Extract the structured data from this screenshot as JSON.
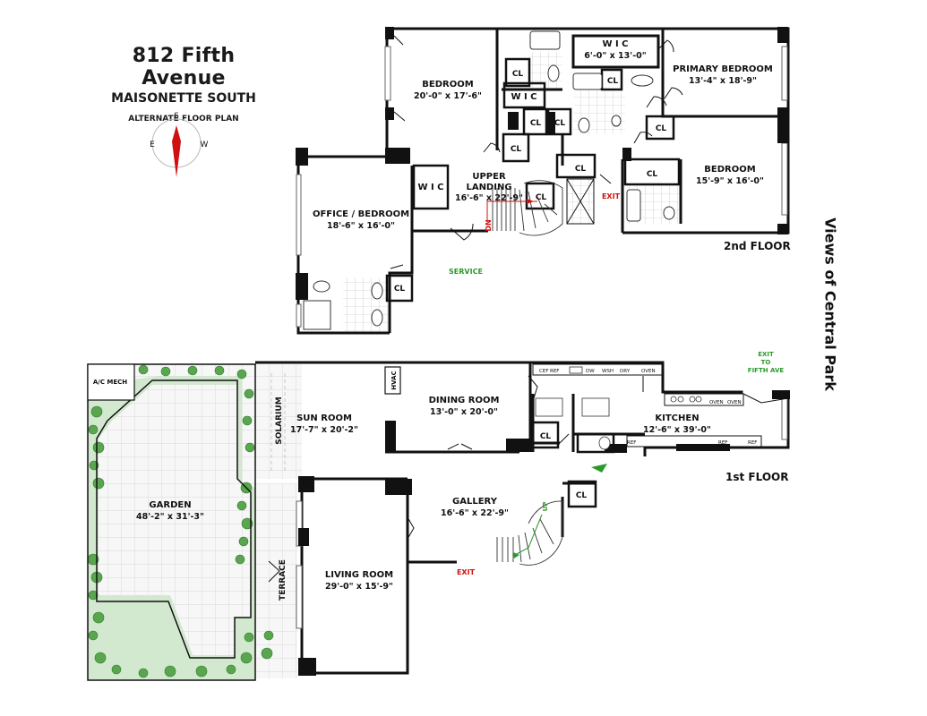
{
  "header": {
    "address": "812 Fifth Avenue",
    "unit": "MAISONETTE SOUTH",
    "subtitle": "ALTERNATE FLOOR PLAN"
  },
  "compass": {
    "n": "S",
    "e": "E",
    "w": "W"
  },
  "views_label": "Views of Central Park",
  "floors": {
    "second": "2nd FLOOR",
    "first": "1st FLOOR"
  },
  "second_floor": {
    "bedroom1": {
      "name": "BEDROOM",
      "dims": "20'-0\" x 17'-6\""
    },
    "wic_large": {
      "name": "W I C",
      "dims": "6'-0\" x 13'-0\""
    },
    "primary": {
      "name": "PRIMARY BEDROOM",
      "dims": "13'-4\" x 18'-9\""
    },
    "wic_small": "W I C",
    "bedroom2": {
      "name": "BEDROOM",
      "dims": "15'-9\" x 16'-0\""
    },
    "office": {
      "name": "OFFICE / BEDROOM",
      "dims": "18'-6\" x 16'-0\""
    },
    "wic_office": "W I C",
    "landing": {
      "name1": "UPPER",
      "name2": "LANDING",
      "dims": "16'-6\" x 22'-9\""
    },
    "closet": "CL",
    "exit": "EXIT",
    "service": "SERVICE",
    "stair_down": "DN"
  },
  "first_floor": {
    "ac_mech": "A/C MECH",
    "garden": {
      "name": "GARDEN",
      "dims": "48'-2\" x 31'-3\""
    },
    "solarium": "SOLARIUM",
    "sun_room": {
      "name": "SUN ROOM",
      "dims": "17'-7\" x 20'-2\""
    },
    "hvac": "HVAC",
    "dining": {
      "name": "DINING ROOM",
      "dims": "13'-0\" x 20'-0\""
    },
    "kitchen": {
      "name": "KITCHEN",
      "dims": "12'-6\" x 39'-0\""
    },
    "gallery": {
      "name": "GALLERY",
      "dims": "16'-6\" x 22'-9\""
    },
    "living": {
      "name": "LIVING ROOM",
      "dims": "29'-0\" x 15'-9\""
    },
    "terrace": "TERRACE",
    "closet": "CL",
    "exit": "EXIT",
    "exit_fifth": [
      "EXIT",
      "TO",
      "FIFTH AVE"
    ],
    "stair_up": "UP",
    "appliances": [
      "CEF",
      "REF",
      "DW",
      "WSH",
      "DRY",
      "OVEN",
      "OVEN",
      "OVEN",
      "REF",
      "REF",
      "REF"
    ]
  },
  "colors": {
    "wall": "#111111",
    "tile_grid": "#b9b9b9",
    "paver": "#dcdcdc",
    "shrub": "#3f9a3f",
    "accent_red": "#d01010",
    "accent_green": "#2a9a2a"
  }
}
